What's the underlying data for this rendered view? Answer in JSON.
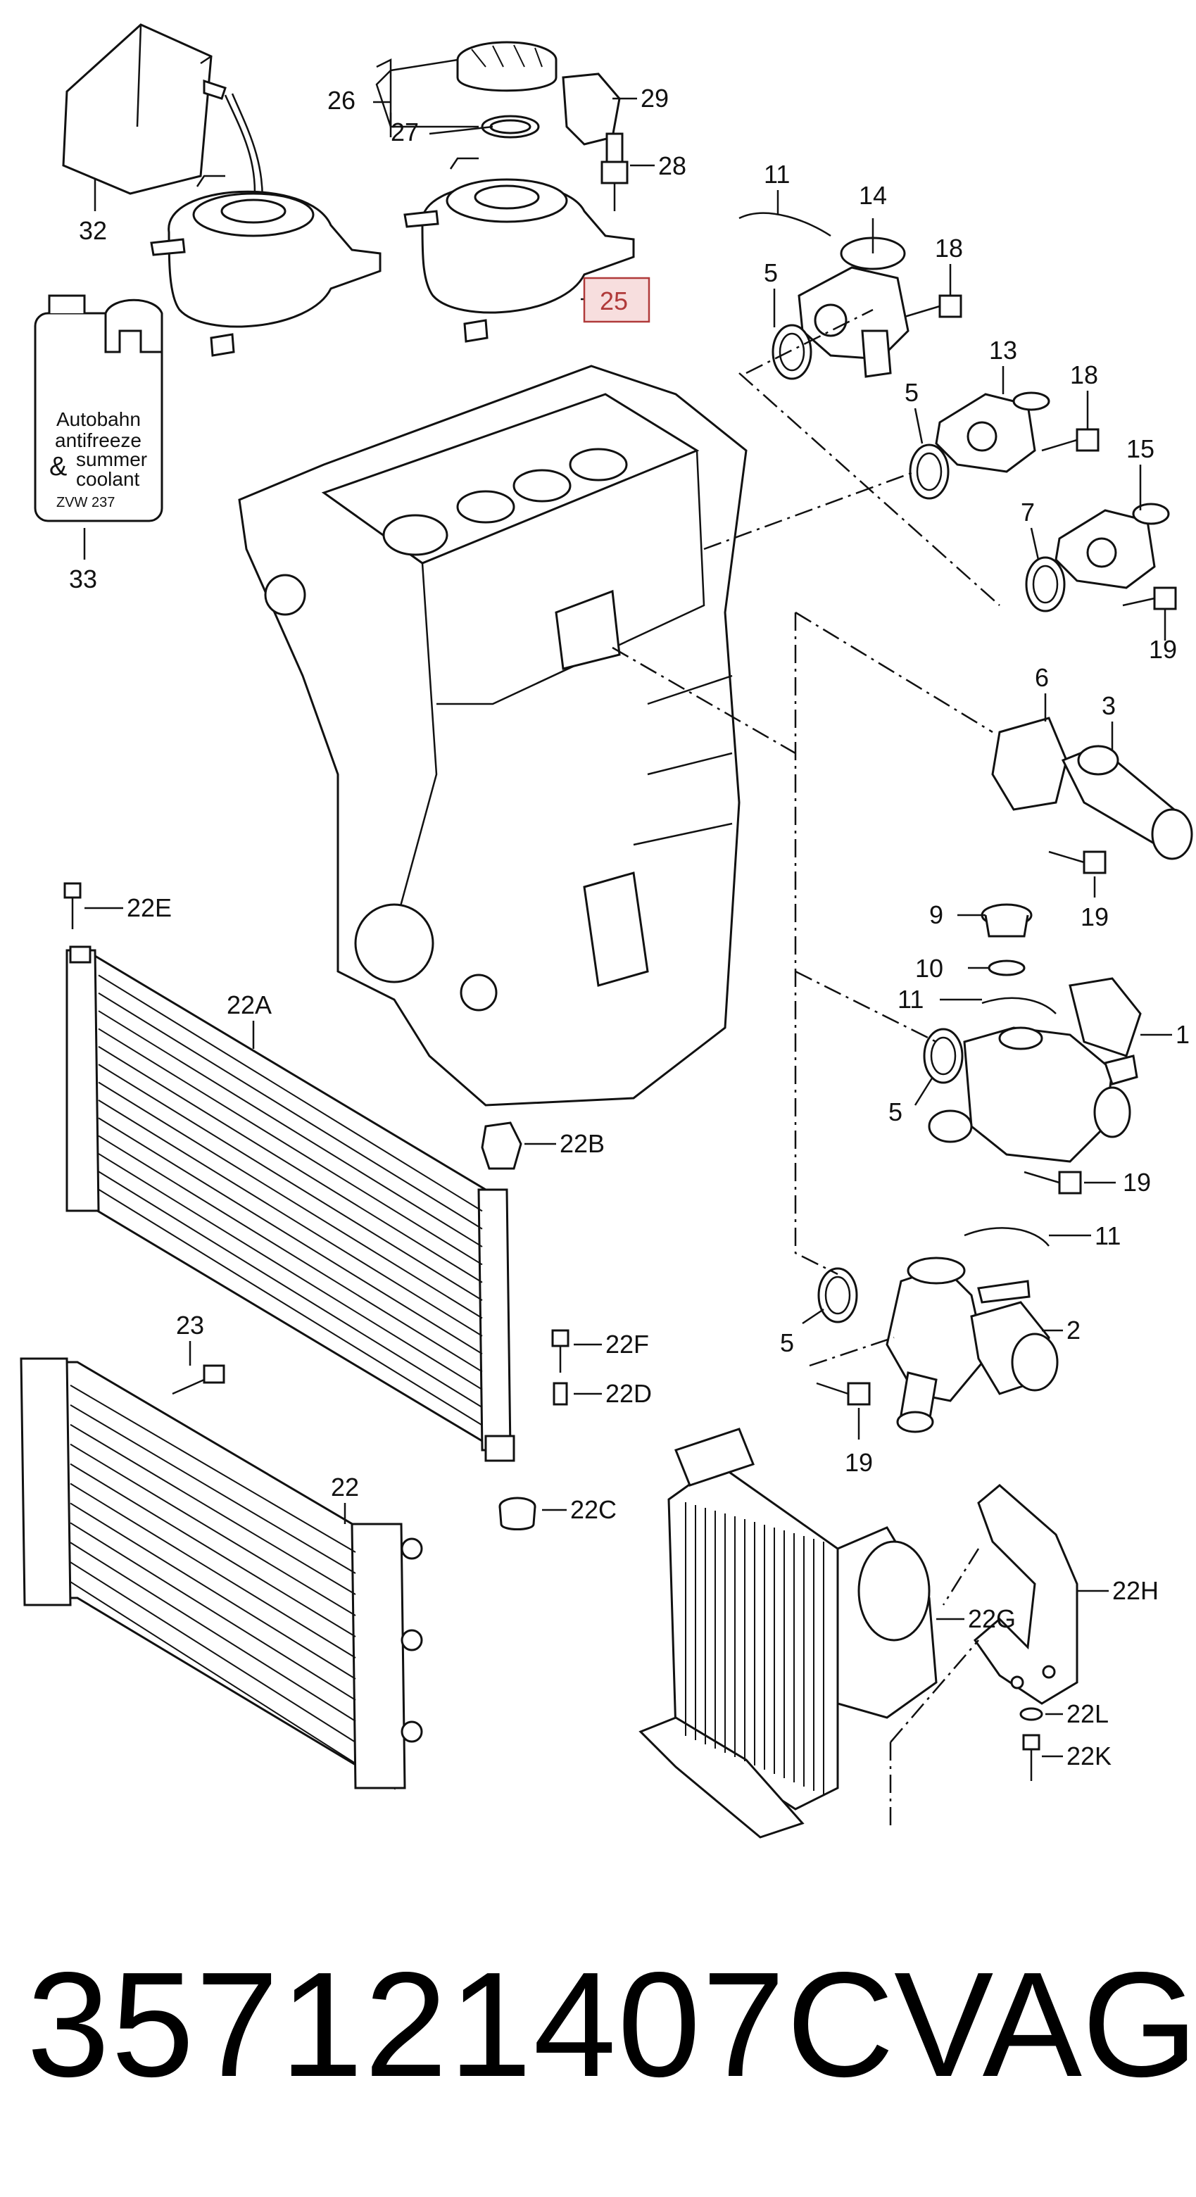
{
  "diagram": {
    "highlight_color": "#b03a3a",
    "highlight_fill": "#f7dede",
    "coolant_jug": {
      "lines": [
        "Autobahn",
        "antifreeze",
        "&",
        "summer",
        "coolant",
        "ZVW 237"
      ]
    },
    "labels": {
      "l32": "32",
      "l33": "33",
      "l26": "26",
      "l27": "27",
      "l29": "29",
      "l28": "28",
      "l25": "25",
      "l11a": "11",
      "l14": "14",
      "l18a": "18",
      "l5a": "5",
      "l13": "13",
      "l18b": "18",
      "l5b": "5",
      "l15": "15",
      "l7": "7",
      "l19a": "19",
      "l6": "6",
      "l3": "3",
      "l19b": "19",
      "l9": "9",
      "l10": "10",
      "l11b": "11",
      "l1": "1",
      "l5c": "5",
      "l19c": "19",
      "l11c": "11",
      "l5d": "5",
      "l2": "2",
      "l19d": "19",
      "l22E": "22E",
      "l22A": "22A",
      "l22B": "22B",
      "l22F": "22F",
      "l22D": "22D",
      "l23": "23",
      "l22": "22",
      "l22C": "22C",
      "l22G": "22G",
      "l22H": "22H",
      "l22L": "22L",
      "l22K": "22K"
    }
  },
  "footer": {
    "part_number": "357121407C",
    "brand": "VAG"
  }
}
